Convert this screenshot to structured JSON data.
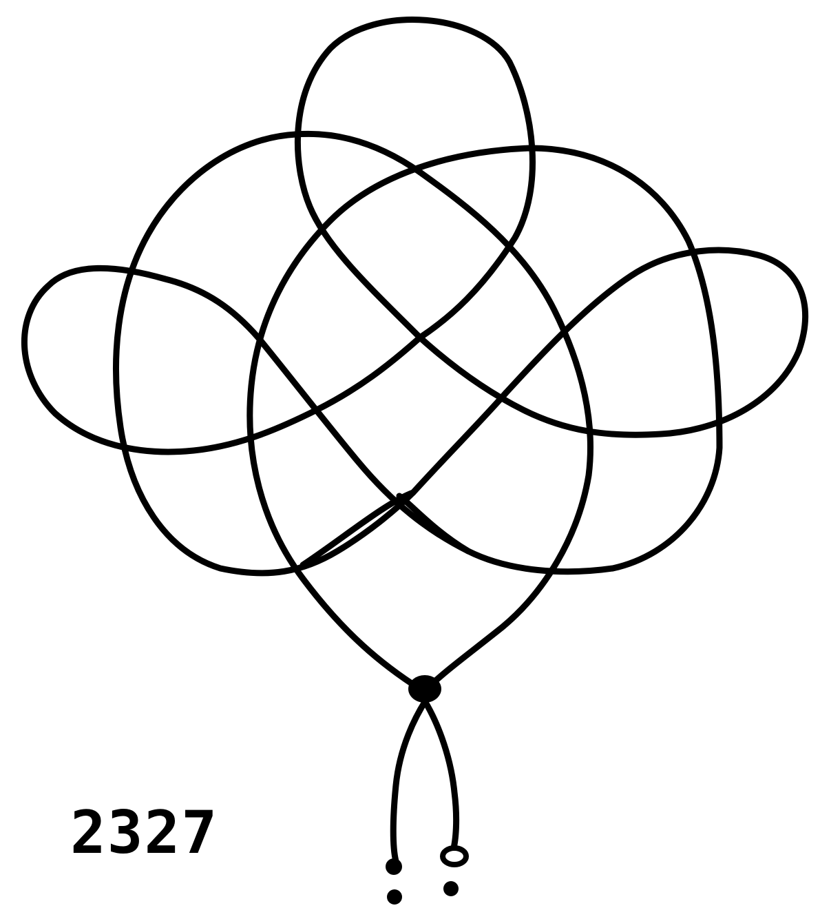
{
  "figure": {
    "number": "2327"
  },
  "colors": {
    "ink": "#000000",
    "paper": "#ffffff"
  },
  "parts": {
    "top_loop": "top-loop",
    "left_loop": "left-loop",
    "right_loop": "right-loop",
    "main_knot": "interlaced-knot-body",
    "tails": "cord-tails"
  }
}
